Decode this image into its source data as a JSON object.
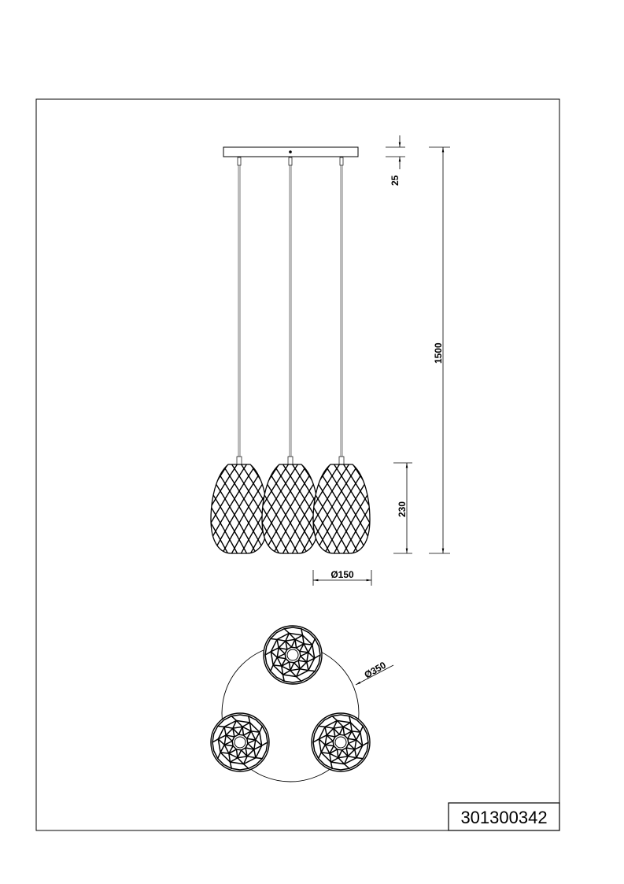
{
  "drawing": {
    "model_number": "301300342",
    "dimensions": {
      "canopy_height": "25",
      "total_height": "1500",
      "shade_height": "230",
      "shade_diameter": "Ø150",
      "layout_diameter": "Ø350"
    },
    "line_color": "#000000",
    "rod_color": "#555555"
  }
}
